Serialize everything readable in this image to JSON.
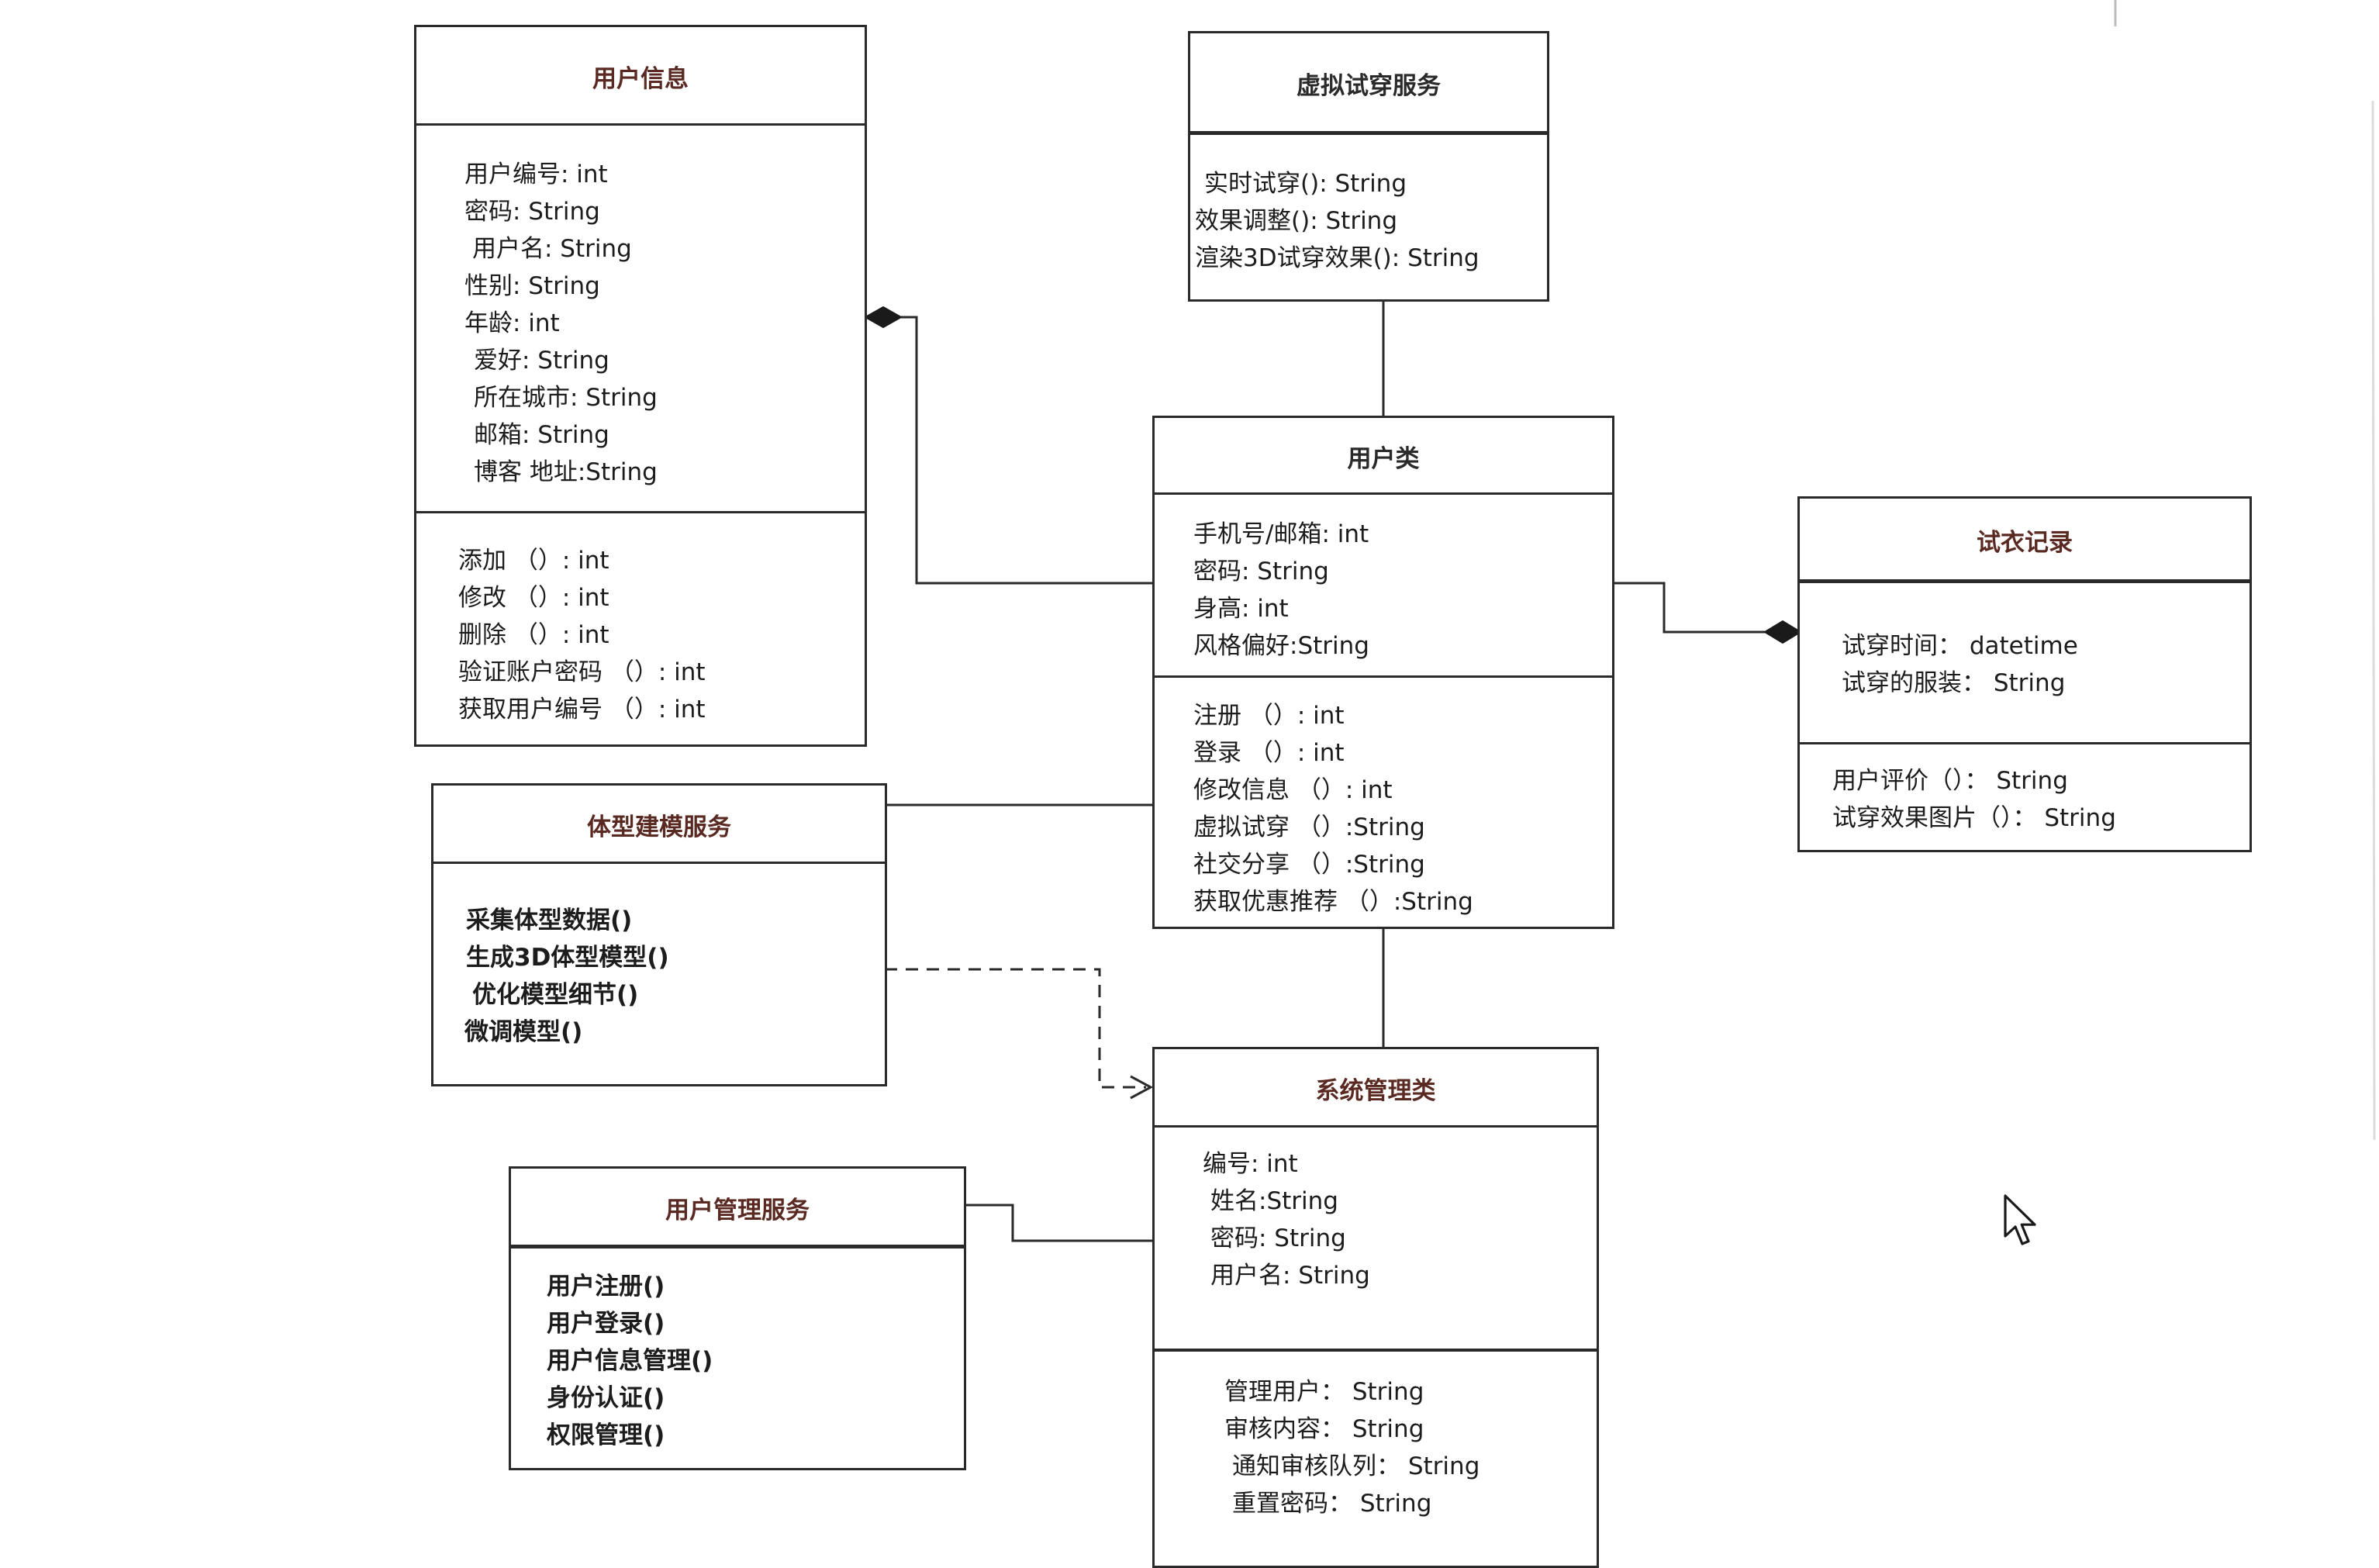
{
  "classes": {
    "user_info": {
      "title": "用户信息",
      "attributes": [
        "用户编号: int",
        "密码: String",
        "用户名:  String",
        "性别: String",
        "年龄:  int",
        "爱好: String",
        "所在城市: String",
        "邮箱: String",
        "博客 地址:String"
      ],
      "methods": [
        "添加 （）: int",
        "修改 （）: int",
        "删除 （）: int",
        "验证账户密码 （）: int",
        "获取用户编号 （）: int"
      ]
    },
    "virtual_tryon_service": {
      "title": "虚拟试穿服务",
      "items": [
        "实时试穿(): String",
        "效果调整(): String",
        "渲染3D试穿效果(): String"
      ]
    },
    "user_class": {
      "title": "用户类",
      "attributes": [
        "手机号/邮箱: int",
        "密码: String",
        "身高: int",
        "风格偏好:String"
      ],
      "methods": [
        "注册 （）: int",
        "登录 （）: int",
        "修改信息 （）: int",
        "虚拟试穿 （）:String",
        "社交分享 （）:String",
        "获取优惠推荐 （）:String"
      ]
    },
    "tryon_record": {
      "title": "试衣记录",
      "attributes": [
        "试穿时间： datetime",
        "试穿的服装： String"
      ],
      "methods": [
        "用户评价（）： String",
        "试穿效果图片（）： String"
      ]
    },
    "body_modeling_service": {
      "title": "体型建模服务",
      "items": [
        "采集体型数据()",
        "生成3D体型模型()",
        "优化模型细节()",
        "微调模型()"
      ]
    },
    "system_admin": {
      "title": "系统管理类",
      "attributes": [
        "编号: int",
        "姓名:String",
        "密码: String",
        "用户名:  String"
      ],
      "methods": [
        "管理用户： String",
        "审核内容： String",
        "通知审核队列： String",
        "重置密码： String"
      ]
    },
    "user_mgmt_service": {
      "title": "用户管理服务",
      "items": [
        "用户注册()",
        "用户登录()",
        "用户信息管理()",
        "身份认证()",
        "权限管理()"
      ]
    }
  }
}
